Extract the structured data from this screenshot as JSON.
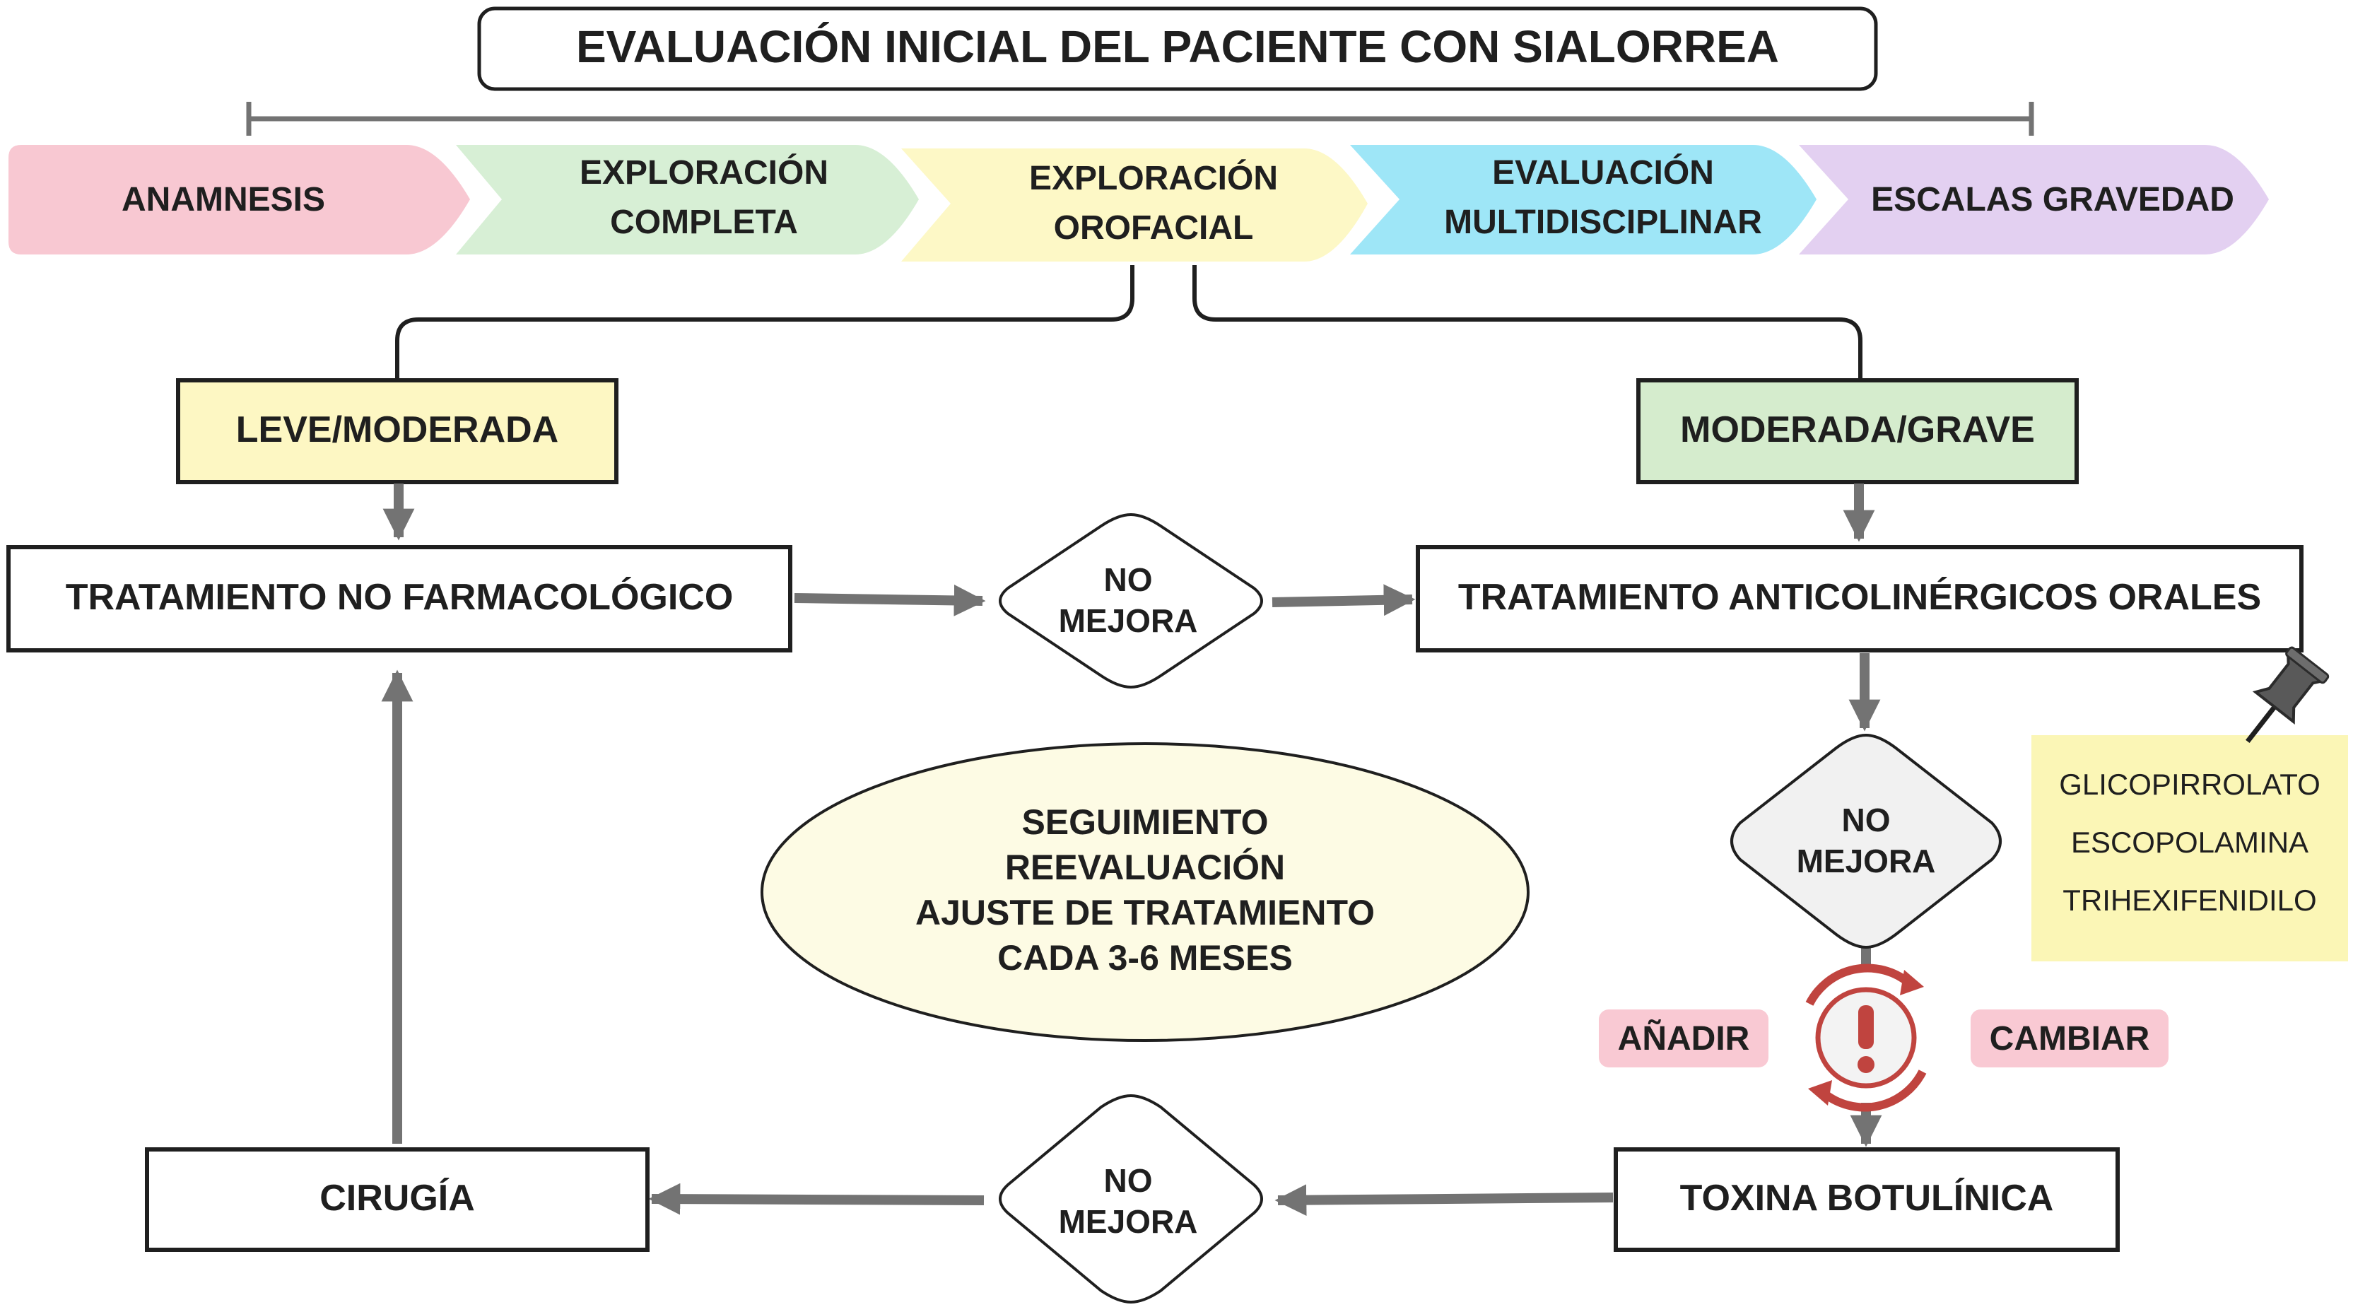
{
  "title": "EVALUACIÓN INICIAL DEL PACIENTE CON SIALORREA",
  "steps": [
    {
      "lines": [
        "ANAMNESIS"
      ],
      "color": "#f8c8d2"
    },
    {
      "lines": [
        "EXPLORACIÓN",
        "COMPLETA"
      ],
      "color": "#d7efd5"
    },
    {
      "lines": [
        "EXPLORACIÓN",
        "OROFACIAL"
      ],
      "color": "#fdf8c6"
    },
    {
      "lines": [
        "EVALUACIÓN",
        "MULTIDISCIPLINAR"
      ],
      "color": "#9ee6f7"
    },
    {
      "lines": [
        "ESCALAS GRAVEDAD"
      ],
      "color": "#e3d0f1"
    }
  ],
  "severity": {
    "mild": {
      "label": "LEVE/MODERADA",
      "color": "#fdf7c3"
    },
    "severe": {
      "label": "MODERADA/GRAVE",
      "color": "#d5eccd"
    }
  },
  "treatments": {
    "non_pharm": "TRATAMIENTO NO FARMACOLÓGICO",
    "anticholinergic": "TRATAMIENTO ANTICOLINÉRGICOS ORALES",
    "botox": "TOXINA BOTULÍNICA",
    "surgery": "CIRUGÍA"
  },
  "decision": {
    "line1": "NO",
    "line2": "MEJORA"
  },
  "followup": {
    "lines": [
      "SEGUIMIENTO",
      "REEVALUACIÓN",
      "AJUSTE DE TRATAMIENTO",
      "CADA 3-6 MESES"
    ],
    "color": "#fdfbe4"
  },
  "drugs": {
    "items": [
      "GLICOPIRROLATO",
      "ESCOPOLAMINA",
      "TRIHEXIFENIDILO"
    ],
    "color": "#fbf6b6"
  },
  "actions": {
    "add": "AÑADIR",
    "change": "CAMBIAR",
    "color": "#f9c9d3"
  },
  "colors": {
    "arrow": "#737373",
    "warning": "#c0443f"
  },
  "icons": {
    "pin": "pushpin-icon",
    "warning": "warning-cycle-icon"
  }
}
